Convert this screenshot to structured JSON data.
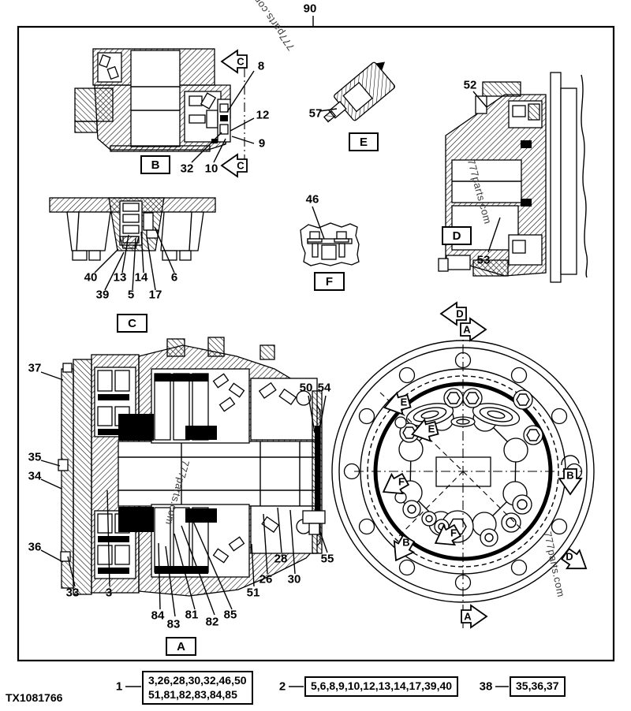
{
  "frame": {
    "top_callout": "90",
    "drawing_number": "TX1081766"
  },
  "watermark_text": "777parts.com",
  "view_labels": [
    {
      "letter": "B"
    },
    {
      "letter": "C"
    },
    {
      "letter": "E"
    },
    {
      "letter": "F"
    },
    {
      "letter": "D"
    },
    {
      "letter": "A"
    }
  ],
  "arrows": [
    {
      "letter": "C"
    },
    {
      "letter": "C"
    },
    {
      "letter": "D"
    },
    {
      "letter": "A"
    },
    {
      "letter": "E"
    },
    {
      "letter": "E"
    },
    {
      "letter": "B"
    },
    {
      "letter": "F"
    },
    {
      "letter": "F"
    },
    {
      "letter": "B"
    },
    {
      "letter": "D"
    },
    {
      "letter": "A"
    }
  ],
  "callouts": [
    {
      "label": "8"
    },
    {
      "label": "12"
    },
    {
      "label": "9"
    },
    {
      "label": "32"
    },
    {
      "label": "10"
    },
    {
      "label": "57"
    },
    {
      "label": "52"
    },
    {
      "label": "53"
    },
    {
      "label": "46"
    },
    {
      "label": "40"
    },
    {
      "label": "13"
    },
    {
      "label": "14"
    },
    {
      "label": "6"
    },
    {
      "label": "39"
    },
    {
      "label": "5"
    },
    {
      "label": "17"
    },
    {
      "label": "37"
    },
    {
      "label": "35"
    },
    {
      "label": "34"
    },
    {
      "label": "36"
    },
    {
      "label": "33"
    },
    {
      "label": "3"
    },
    {
      "label": "50"
    },
    {
      "label": "54"
    },
    {
      "label": "84"
    },
    {
      "label": "83"
    },
    {
      "label": "81"
    },
    {
      "label": "82"
    },
    {
      "label": "85"
    },
    {
      "label": "51"
    },
    {
      "label": "26"
    },
    {
      "label": "28"
    },
    {
      "label": "30"
    },
    {
      "label": "55"
    }
  ],
  "legend": {
    "items": [
      {
        "ref": "1",
        "lines": [
          "3,26,28,30,32,46,50",
          "51,81,82,83,84,85"
        ]
      },
      {
        "ref": "2",
        "lines": [
          "5,6,8,9,10,12,13,14,17,39,40"
        ]
      },
      {
        "ref": "38",
        "lines": [
          "35,36,37"
        ]
      }
    ]
  }
}
